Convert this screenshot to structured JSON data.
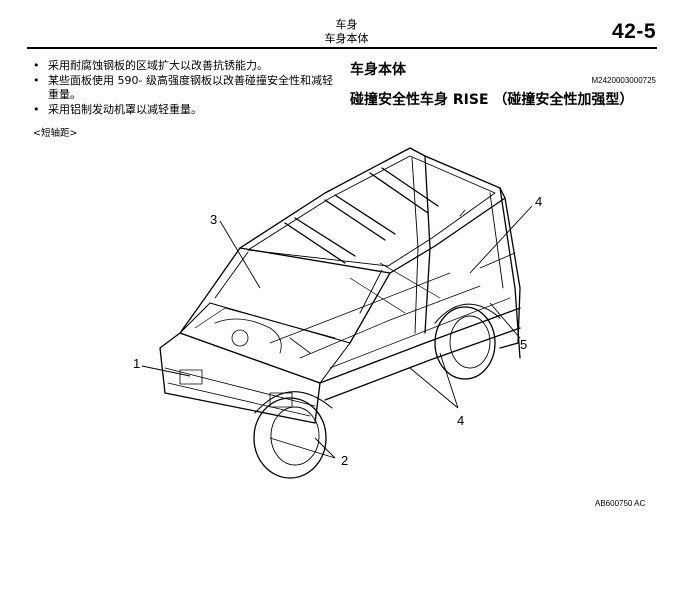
{
  "header": {
    "title_line1": "车身",
    "title_line2": "车身本体",
    "page_number": "42-5"
  },
  "bullets": [
    "采用耐腐蚀钢板的区域扩大以改善抗锈能力。",
    "某些面板使用 590- 级高强度钢板以改善碰撞安全性和减轻重量。",
    "采用铝制发动机罩以减轻重量。"
  ],
  "bullet_glyph": "•",
  "note": "<短轴距>",
  "section": {
    "title": "车身本体",
    "code": "M2420003000725",
    "subtitle": "碰撞安全性车身 RISE （碰撞安全性加强型）"
  },
  "figure": {
    "callouts": [
      "1",
      "2",
      "3",
      "4",
      "4",
      "5"
    ],
    "code": "AB600750 AC"
  }
}
